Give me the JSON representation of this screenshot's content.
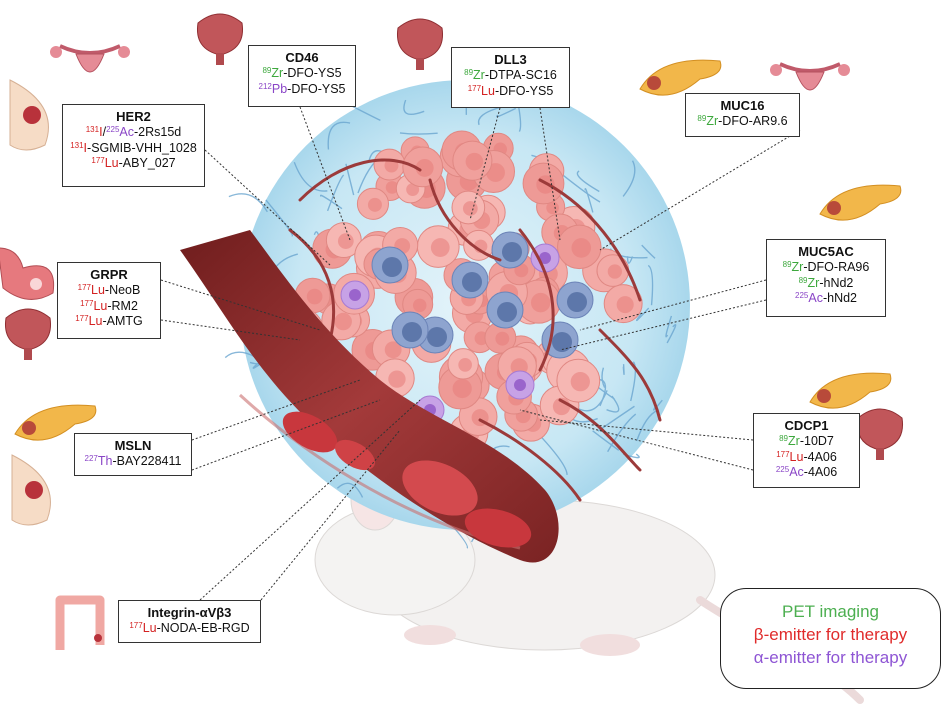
{
  "legend": {
    "pet": "PET imaging",
    "beta": "β-emitter for therapy",
    "alpha": "α-emitter for therapy"
  },
  "colors": {
    "pet": "#3da83d",
    "beta": "#d42222",
    "alpha": "#8a45c7",
    "vessel": "#8f2a2a",
    "tumor_bg": "#bfe3f2",
    "cell": "#f2a9a4"
  },
  "targets": {
    "her2": {
      "title": "HER2",
      "agents": [
        [
          [
            "131",
            "I",
            "beta"
          ],
          [
            "/",
            ""
          ],
          [
            "225",
            "Ac",
            "alpha"
          ],
          [
            "-2Rs15d",
            ""
          ]
        ],
        [
          [
            "131",
            "I",
            "beta"
          ],
          [
            "-SGMIB-VHH_1028",
            ""
          ]
        ],
        [
          [
            "177",
            "Lu",
            "beta"
          ],
          [
            "-ABY_027",
            ""
          ]
        ]
      ]
    },
    "cd46": {
      "title": "CD46",
      "agents": [
        [
          [
            "89",
            "Zr",
            "pet"
          ],
          [
            "-DFO-YS5",
            ""
          ]
        ],
        [
          [
            "212",
            "Pb",
            "alpha"
          ],
          [
            "-DFO-YS5",
            ""
          ]
        ]
      ]
    },
    "dll3": {
      "title": "DLL3",
      "agents": [
        [
          [
            "89",
            "Zr",
            "pet"
          ],
          [
            "-DTPA-SC16",
            ""
          ]
        ],
        [
          [
            "177",
            "Lu",
            "beta"
          ],
          [
            "-DFO-YS5",
            ""
          ]
        ]
      ]
    },
    "muc16": {
      "title": "MUC16",
      "agents": [
        [
          [
            "89",
            "Zr",
            "pet"
          ],
          [
            "-DFO-AR9.6",
            ""
          ]
        ]
      ]
    },
    "muc5ac": {
      "title": "MUC5AC",
      "agents": [
        [
          [
            "89",
            "Zr",
            "pet"
          ],
          [
            "-DFO-RA96",
            ""
          ]
        ],
        [
          [
            "89",
            "Zr",
            "pet"
          ],
          [
            "-hNd2",
            ""
          ]
        ],
        [
          [
            "225",
            "Ac",
            "alpha"
          ],
          [
            "-hNd2",
            ""
          ]
        ]
      ]
    },
    "grpr": {
      "title": "GRPR",
      "agents": [
        [
          [
            "177",
            "Lu",
            "beta"
          ],
          [
            "-NeoB",
            ""
          ]
        ],
        [
          [
            "177",
            "Lu",
            "beta"
          ],
          [
            "-RM2",
            ""
          ]
        ],
        [
          [
            "177",
            "Lu",
            "beta"
          ],
          [
            "-AMTG",
            ""
          ]
        ]
      ]
    },
    "cdcp1": {
      "title": "CDCP1",
      "agents": [
        [
          [
            "89",
            "Zr",
            "pet"
          ],
          [
            "-10D7",
            ""
          ]
        ],
        [
          [
            "177",
            "Lu",
            "beta"
          ],
          [
            "-4A06",
            ""
          ]
        ],
        [
          [
            "225",
            "Ac",
            "alpha"
          ],
          [
            "-4A06",
            ""
          ]
        ]
      ]
    },
    "msln": {
      "title": "MSLN",
      "agents": [
        [
          [
            "227",
            "Th",
            "alpha"
          ],
          [
            "-BAY228411",
            ""
          ]
        ]
      ]
    },
    "integrin": {
      "title": "Integrin-αVβ3",
      "agents": [
        [
          [
            "177",
            "Lu",
            "beta"
          ],
          [
            "-NODA-EB-RGD",
            ""
          ]
        ]
      ]
    }
  }
}
